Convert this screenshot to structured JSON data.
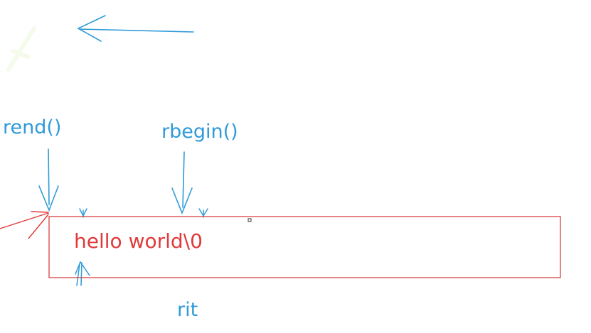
{
  "colors": {
    "blue": "#2f9ad8",
    "red": "#e03a3a",
    "box_border": "#d94040"
  },
  "labels": {
    "rend": "rend()",
    "rbegin": "rbegin()",
    "rit": "rit",
    "string": "hello world\\0"
  }
}
